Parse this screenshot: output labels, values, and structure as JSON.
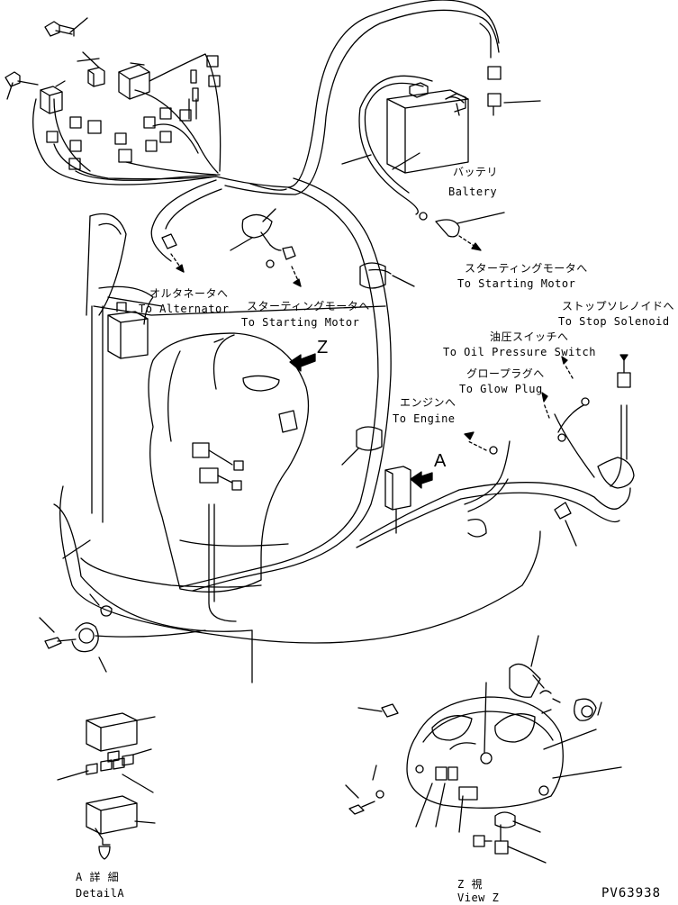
{
  "labels": {
    "battery_jp": "バッテリ",
    "battery_en": "Baltery",
    "starting_motor_jp": "スターティングモータへ",
    "starting_motor_en": "To Starting Motor",
    "alternator_jp": "オルタネータへ",
    "alternator_en": "To Alternator",
    "starting_motor2_jp": "スターティングモータへ",
    "starting_motor2_en": "To Starting Motor",
    "stop_solenoid_jp": "ストップソレノイドへ",
    "stop_solenoid_en": "To Stop Solenoid",
    "oil_pressure_jp": "油圧スイッチへ",
    "oil_pressure_en": "To Oil Pressure Switch",
    "glow_plug_jp": "グロープラグへ",
    "glow_plug_en": "To Glow Plug",
    "engine_jp": "エンジンへ",
    "engine_en": "To Engine",
    "view_z_marker": "Z",
    "detail_a_marker": "A",
    "detail_a_jp": "A 詳 細",
    "detail_a_en": "DetailA",
    "view_z_jp": "Z 視",
    "view_z_en": "View Z",
    "figure_code": "PV63938"
  }
}
